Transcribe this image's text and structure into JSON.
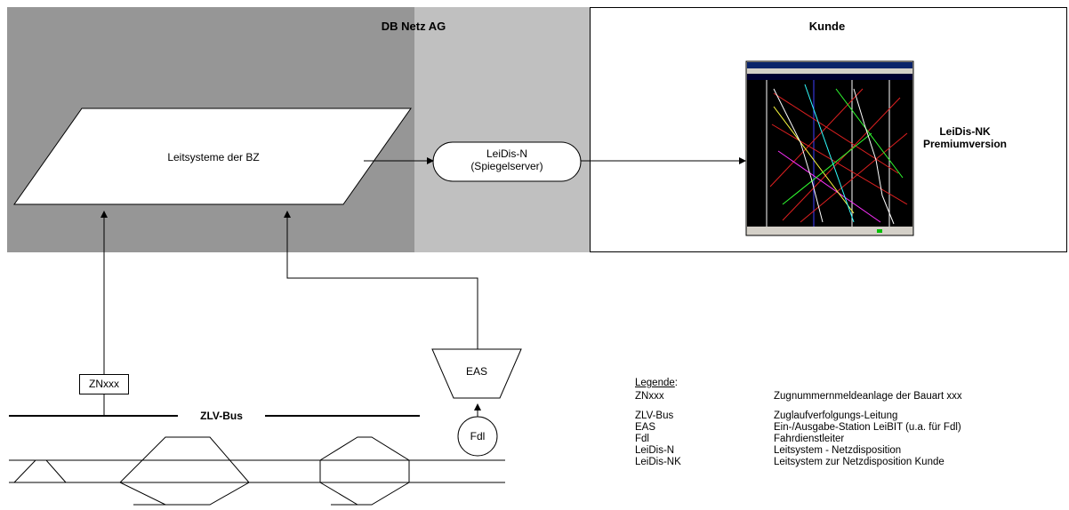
{
  "zones": {
    "db": {
      "title": "DB Netz AG",
      "color_dark": "#969696",
      "color_light": "#c0c0c0"
    },
    "customer": {
      "title": "Kunde"
    }
  },
  "nodes": {
    "leitsysteme": "Leitsysteme der BZ",
    "leidis_n_line1": "LeiDis-N",
    "leidis_n_line2": "(Spiegelserver)",
    "leidis_nk_line1": "LeiDis-NK",
    "leidis_nk_line2": "Premiumversion",
    "znxxx": "ZNxxx",
    "eas": "EAS",
    "fdl": "Fdl",
    "zlv_bus": "ZLV-Bus"
  },
  "legend": {
    "heading": "Legende",
    "heading_suffix": ":",
    "entries": [
      {
        "abbr": "ZNxxx",
        "desc": "Zugnummernmeldeanlage der Bauart xxx"
      },
      {
        "abbr": "ZLV-Bus",
        "desc": "Zuglaufverfolgungs-Leitung"
      },
      {
        "abbr": "EAS",
        "desc": "Ein-/Ausgabe-Station LeiBIT (u.a. für Fdl)"
      },
      {
        "abbr": "Fdl",
        "desc": "Fahrdienstleiter"
      },
      {
        "abbr": "LeiDis-N",
        "desc": "Leitsystem - Netzdisposition"
      },
      {
        "abbr": "LeiDis-NK",
        "desc": "Leitsystem zur Netzdisposition Kunde"
      }
    ]
  }
}
